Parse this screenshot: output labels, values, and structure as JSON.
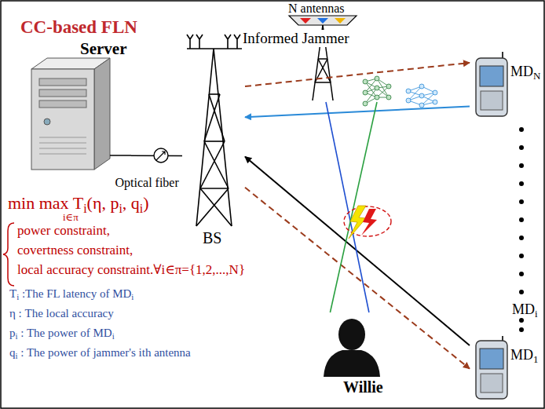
{
  "diagram": {
    "title": "CC-based FLN",
    "nodes": [
      {
        "text": [
          "Server"
        ]
      },
      {
        "text": [
          "N antennas",
          "Informed Jammer"
        ]
      },
      {
        "text": [
          "BS"
        ]
      },
      {
        "text": [
          "MDN"
        ]
      },
      {
        "text": [
          "MD1"
        ]
      },
      {
        "text": [
          "Willie"
        ]
      }
    ],
    "edges": [
      {
        "from": 0,
        "to": 2,
        "arrow": "none",
        "label": "Optical fiber"
      },
      {
        "from": 2,
        "to": 3,
        "arrow": "to"
      },
      {
        "from": 3,
        "to": 2,
        "arrow": "to"
      },
      {
        "from": 2,
        "to": 4,
        "arrow": "to"
      },
      {
        "from": 4,
        "to": 2,
        "arrow": "to"
      },
      {
        "from": 1,
        "to": 5,
        "arrow": "none"
      },
      {
        "from": 1,
        "to": 5,
        "arrow": "none"
      }
    ],
    "labels": [
      "min max Ti(η, pi, qi)",
      "i∈π",
      "power constraint,",
      "covertness constraint,",
      "local accuracy constraint.∀i∈π={1,2,...,N}",
      "Ti :The FL latency of MDi",
      "η : The local accuracy",
      "pi : The power of MDi",
      "qi : The power of jammer's ith antenna",
      "MDi"
    ]
  }
}
